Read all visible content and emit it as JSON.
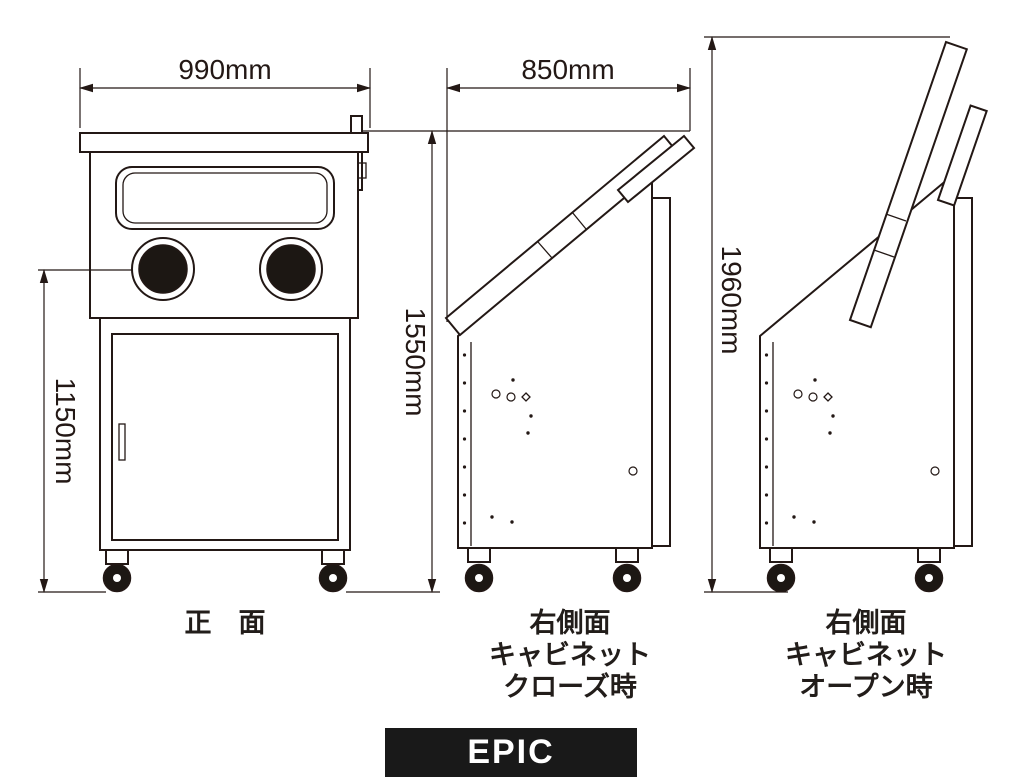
{
  "drawing": {
    "dimensions": {
      "front_width": "990mm",
      "side_depth": "850mm",
      "height_lower": "1150mm",
      "height_closed": "1550mm",
      "height_open": "1960mm"
    },
    "views": {
      "front": {
        "caption": "正　面"
      },
      "side_closed": {
        "caption_lines": [
          "右側面",
          "キャビネット",
          "クローズ時"
        ]
      },
      "side_open": {
        "caption_lines": [
          "右側面",
          "キャビネット",
          "オープン時"
        ]
      }
    },
    "brand": {
      "label": "EPIC"
    },
    "colors": {
      "line": "#231815",
      "brand_bg": "#191919",
      "brand_text": "#ffffff",
      "background": "#ffffff"
    }
  }
}
